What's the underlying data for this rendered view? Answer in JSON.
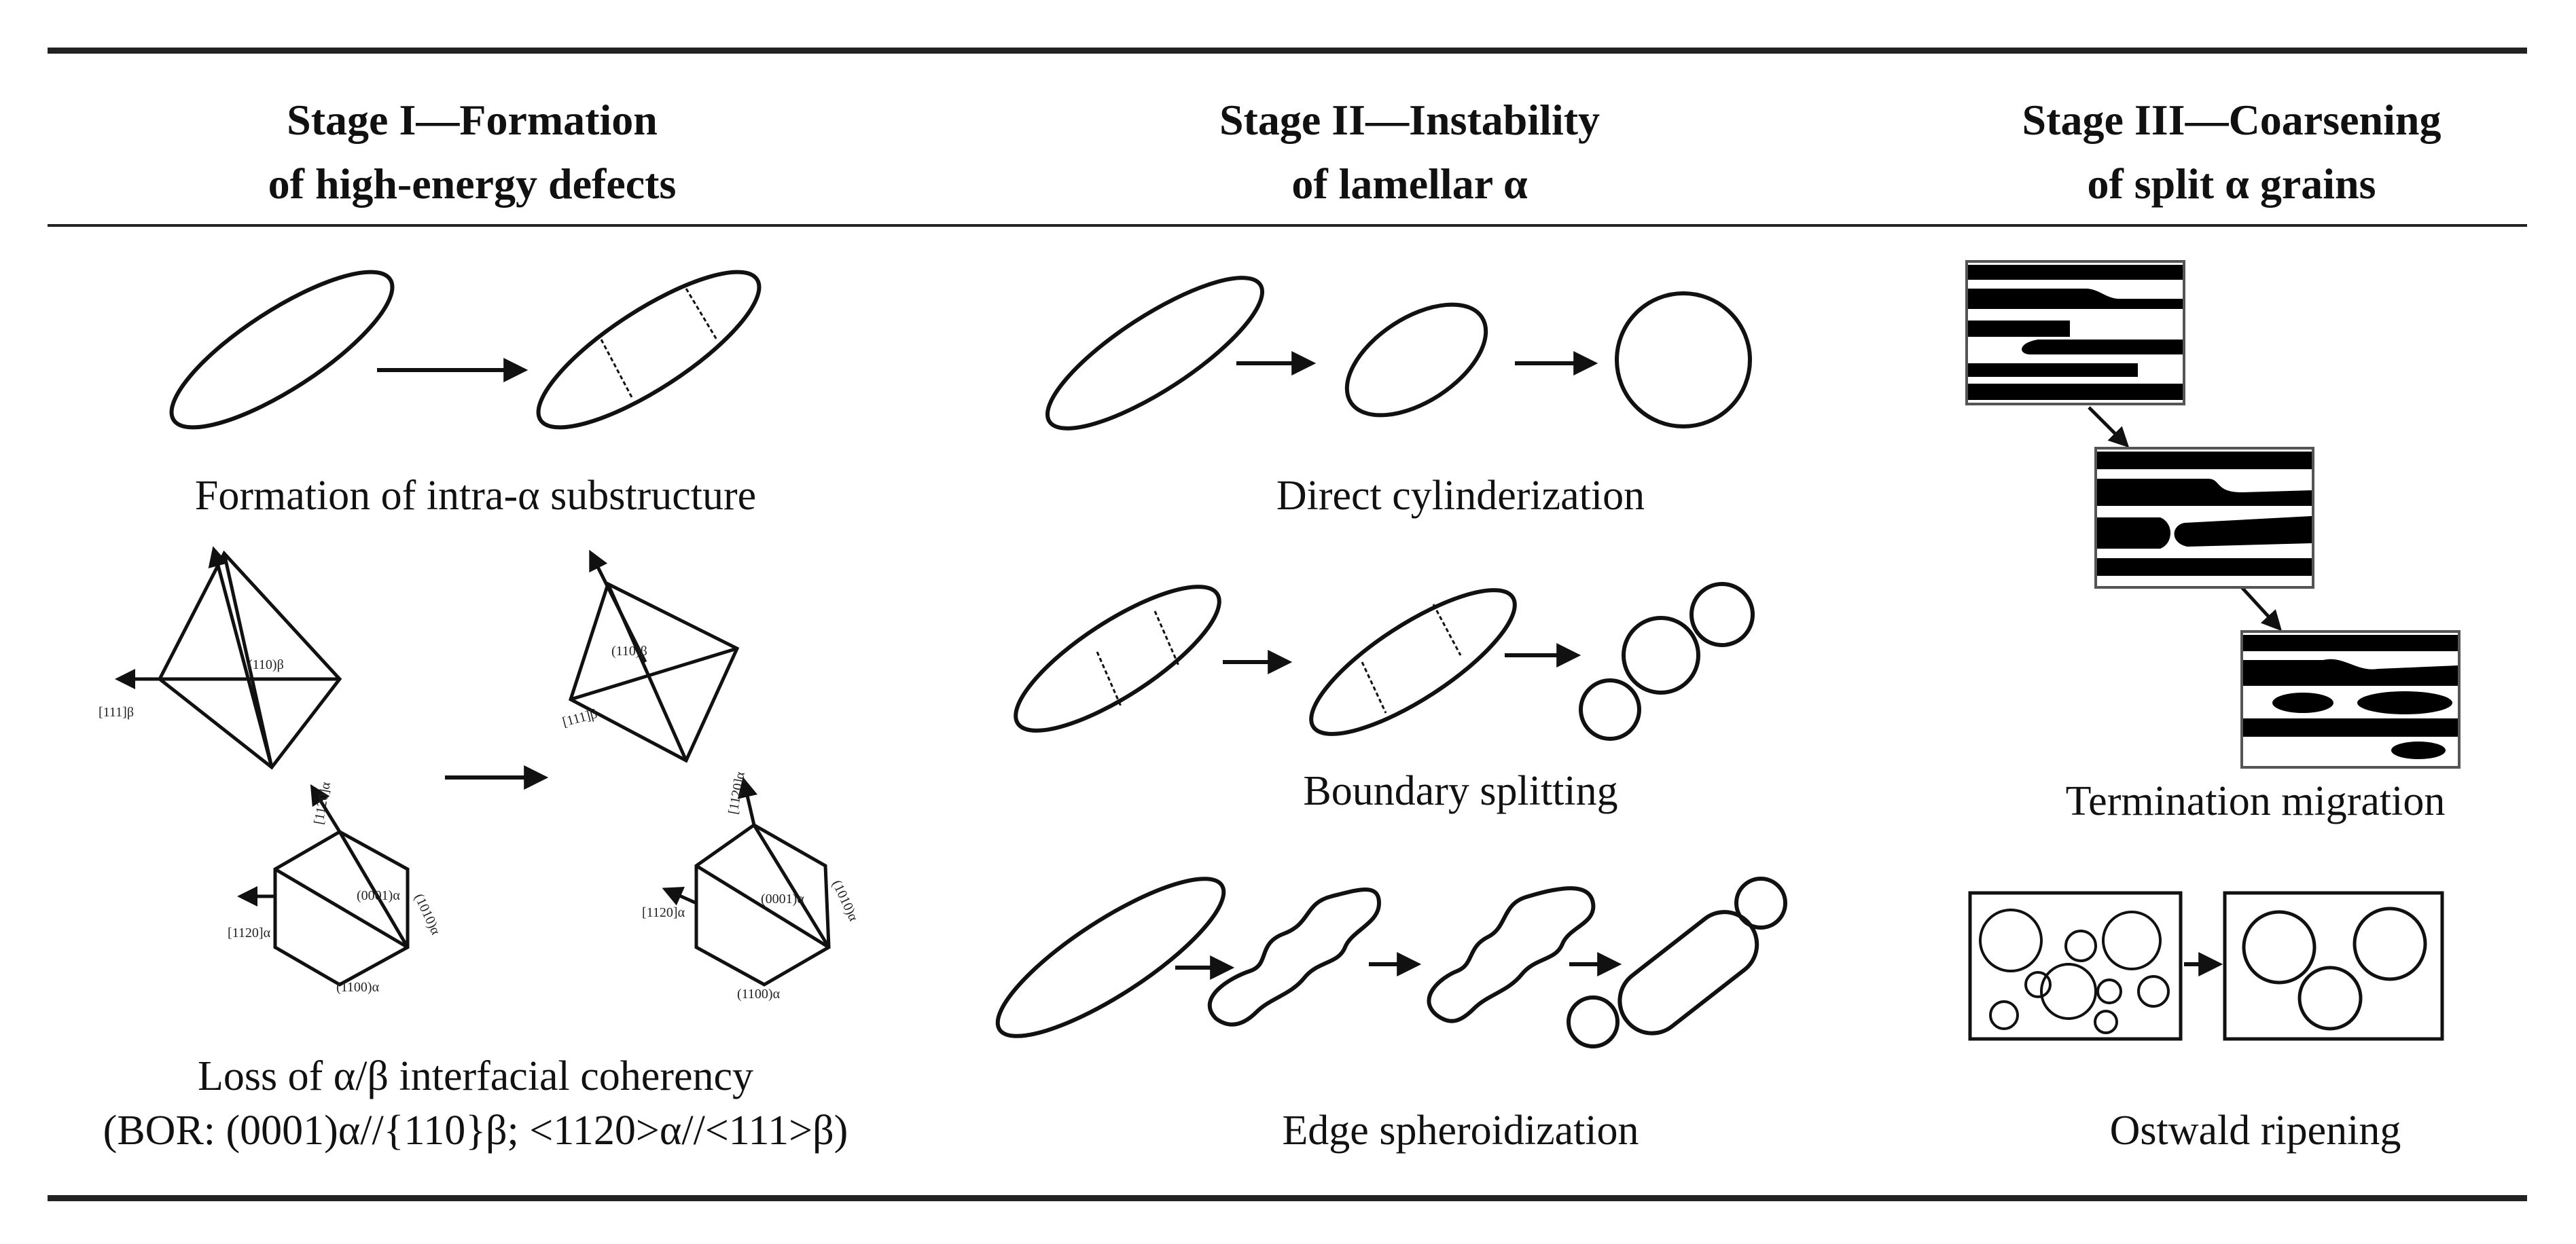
{
  "columns": [
    {
      "heading_line1": "Stage I—Formation",
      "heading_line2": "of high-energy defects",
      "captions": [
        "Formation of intra-α substructure",
        "Loss of α/β interfacial coherency"
      ],
      "bor_text": "(BOR: (0001)α//{110}β;  <1120>α//<111>β)",
      "crystal_labels": [
        "[111]β",
        "(110)β",
        "[1120]α",
        "(0001)α",
        "(1100)α",
        "(1010)α",
        "[1120]α"
      ]
    },
    {
      "heading_line1": "Stage II—Instability",
      "heading_line2": "of lamellar α",
      "captions": [
        "Direct cylinderization",
        "Boundary splitting",
        "Edge spheroidization"
      ]
    },
    {
      "heading_line1": "Stage III—Coarsening",
      "heading_line2": "of split α grains",
      "captions": [
        "Termination migration",
        "Ostwald ripening"
      ]
    }
  ]
}
